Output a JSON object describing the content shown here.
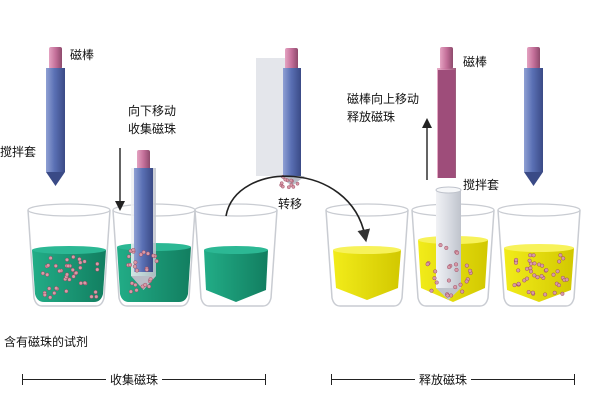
{
  "labels": {
    "magnetic_rod": "磁棒",
    "stirring_sleeve": "搅拌套",
    "move_down_line1": "向下移动",
    "move_down_line2": "收集磁珠",
    "transfer": "转移",
    "magnetic_rod_right": "磁棒",
    "move_up_line1": "磁棒向上移动",
    "move_up_line2": "释放磁珠",
    "stirring_sleeve_right": "搅拌套",
    "reagent": "含有磁珠的试剂"
  },
  "sections": {
    "collect": "收集磁珠",
    "release": "释放磁珠"
  },
  "colors": {
    "green_liquid": "#1a9a78",
    "yellow_liquid": "#e8e000",
    "rod_blue": "#5f76b8",
    "rod_cap": "#c77aa0",
    "sleeve_gray": "#e3e5ea",
    "bead": "#d89aa8",
    "beaker_outline": "#c9ccd2"
  }
}
